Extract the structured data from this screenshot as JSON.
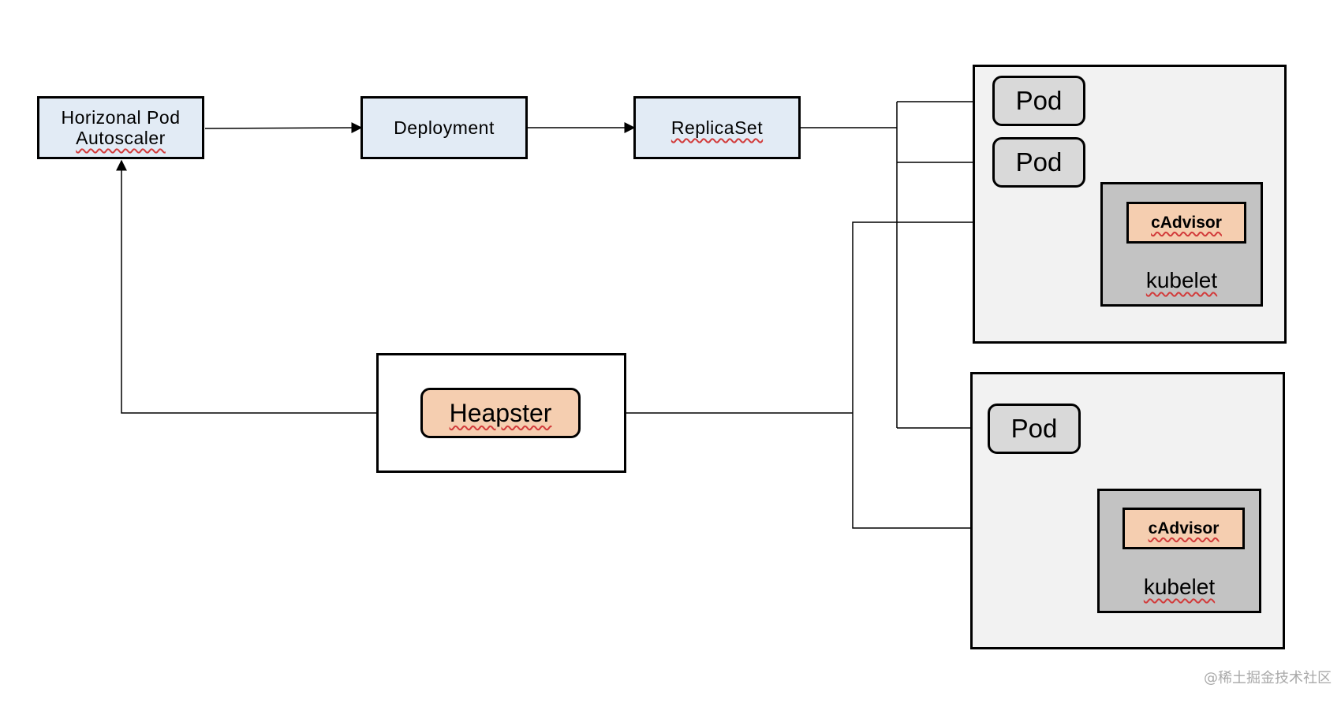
{
  "hpa": {
    "line1": "Horizonal Pod",
    "line2": "Autoscaler"
  },
  "deployment": {
    "label": "Deployment"
  },
  "replicaset": {
    "label": "ReplicaSet"
  },
  "heapster": {
    "label": "Heapster"
  },
  "node1": {
    "pods": [
      "Pod",
      "Pod"
    ],
    "cadvisor": "cAdvisor",
    "kubelet": "kubelet"
  },
  "node2": {
    "pods": [
      "Pod"
    ],
    "cadvisor": "cAdvisor",
    "kubelet": "kubelet"
  },
  "watermark": "@稀土掘金技术社区",
  "colors": {
    "controller_fill": "#e2ebf5",
    "node_fill": "#f2f2f2",
    "kubelet_fill": "#c3c3c3",
    "pod_fill": "#d9d9d9",
    "cadvisor_fill": "#f5ceb0",
    "heapster_fill": "#f5ceb0"
  }
}
